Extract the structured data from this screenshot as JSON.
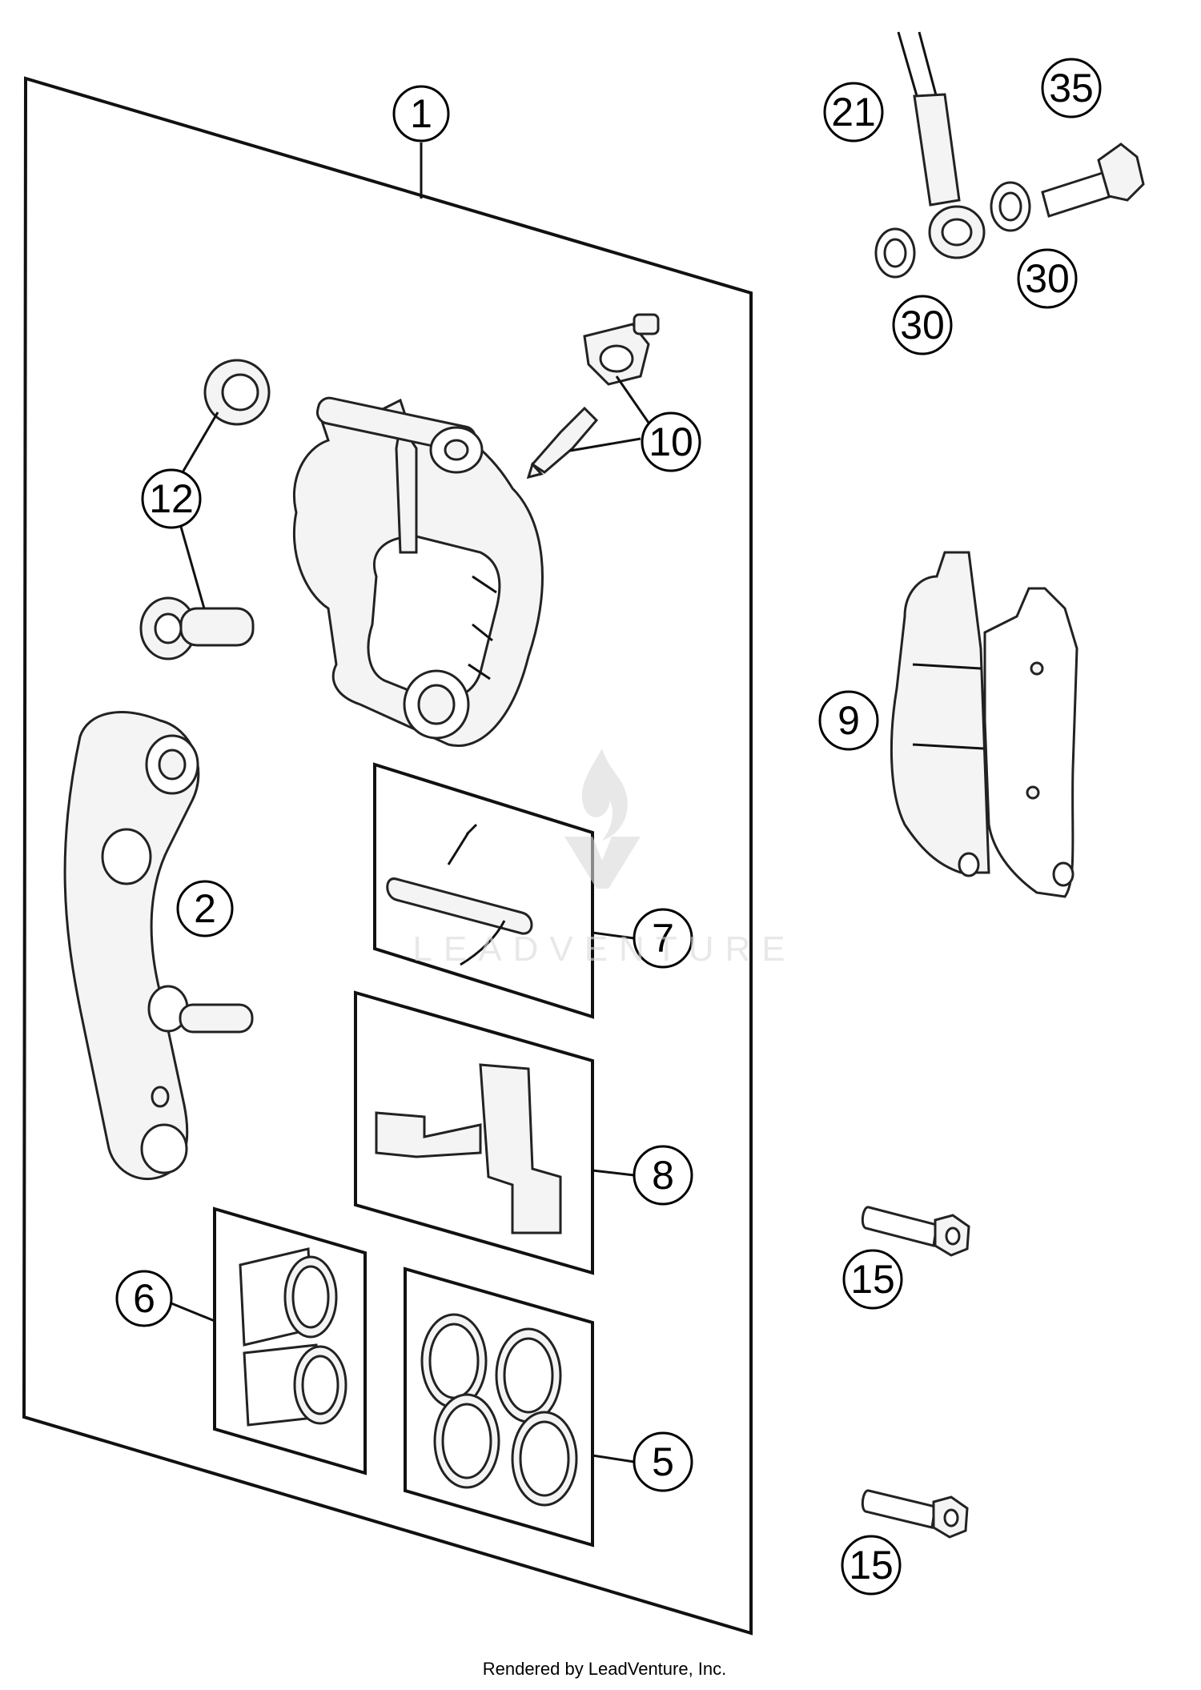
{
  "callouts": {
    "c1": "1",
    "c2": "2",
    "c5": "5",
    "c6": "6",
    "c7": "7",
    "c8": "8",
    "c9": "9",
    "c10": "10",
    "c12": "12",
    "c15a": "15",
    "c15b": "15",
    "c21": "21",
    "c30a": "30",
    "c30b": "30",
    "c35": "35"
  },
  "watermark": "LEADVENTURE",
  "footer": "Rendered by LeadVenture, Inc."
}
